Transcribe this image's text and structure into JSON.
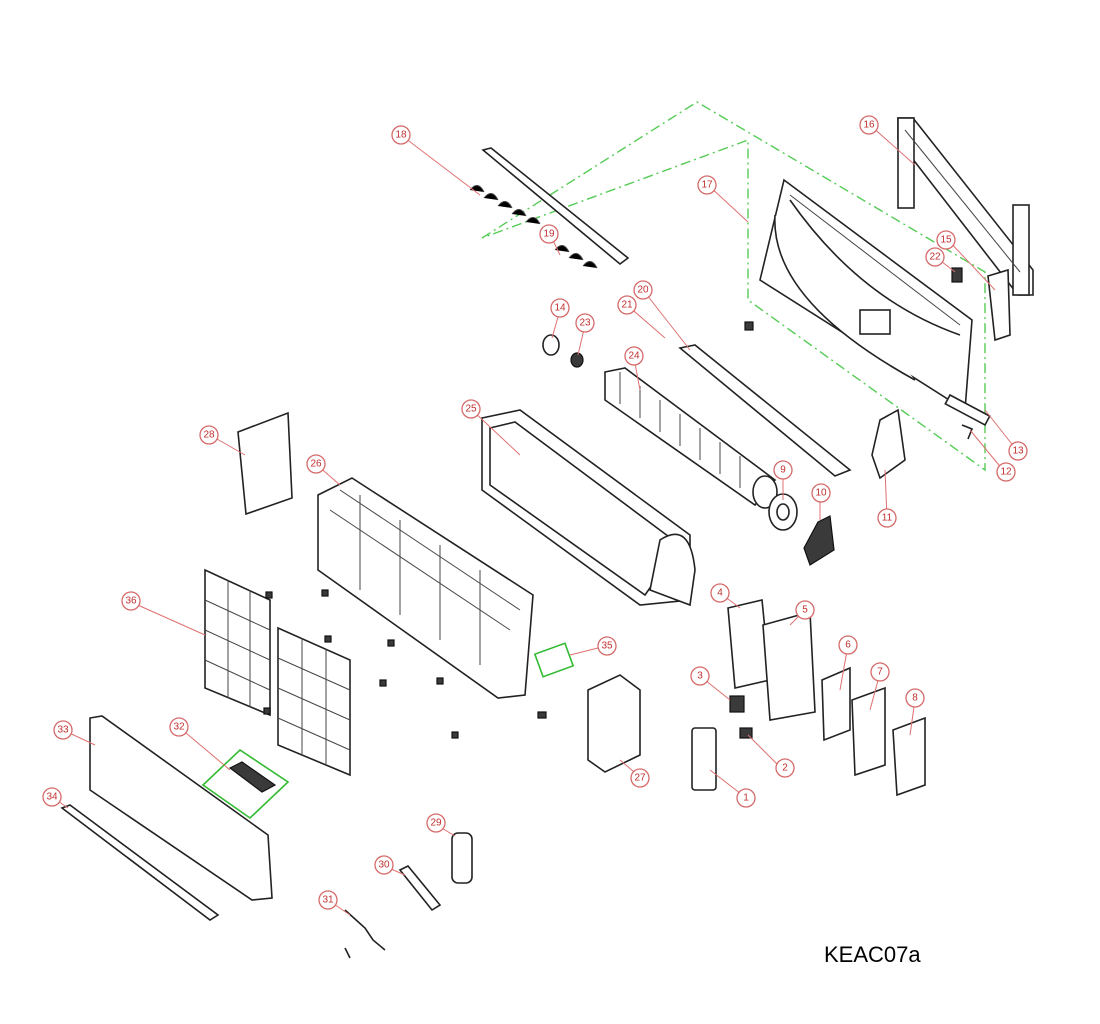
{
  "diagram": {
    "code": "KEAC07a",
    "callouts": [
      "1",
      "2",
      "3",
      "4",
      "5",
      "6",
      "7",
      "8",
      "9",
      "10",
      "11",
      "12",
      "13",
      "14",
      "15",
      "16",
      "17",
      "18",
      "19",
      "20",
      "21",
      "22",
      "23",
      "24",
      "25",
      "26",
      "27",
      "28",
      "29",
      "30",
      "31",
      "32",
      "33",
      "34",
      "35",
      "36"
    ],
    "colors": {
      "callout": "#d66a6a",
      "group_outline": "#55cc55",
      "line_art": "#222222"
    }
  }
}
